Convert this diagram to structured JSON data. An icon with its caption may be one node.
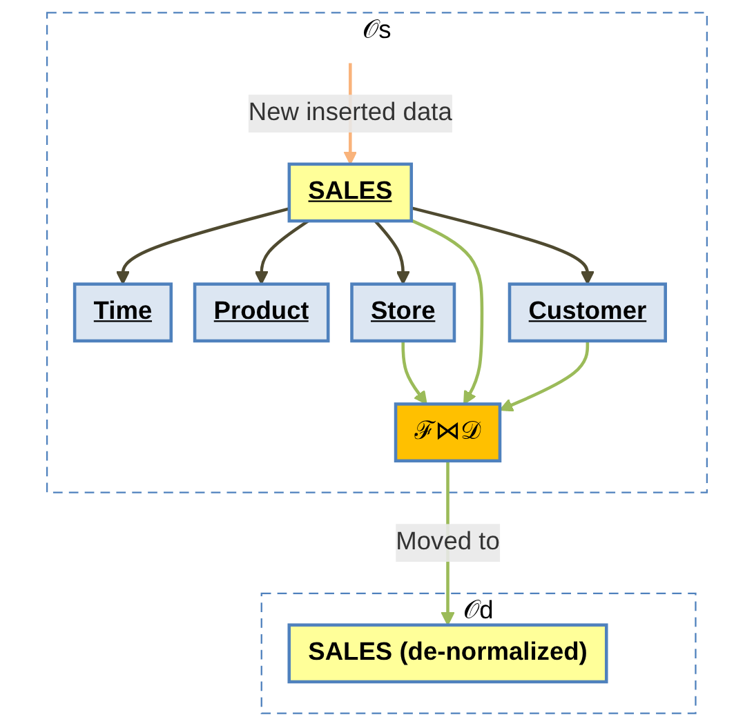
{
  "diagram": {
    "nodes": [
      {
        "text": [
          "𝒪s"
        ]
      },
      {
        "text": [
          "Time"
        ],
        "in": 0
      },
      {
        "text": [
          "SALES"
        ],
        "in": 0
      },
      {
        "text": [
          "Product"
        ],
        "in": 0
      },
      {
        "text": [
          "Store"
        ],
        "in": 0
      },
      {
        "text": [
          "Customer"
        ],
        "in": 0
      },
      {
        "text": [
          "ℱ⋈𝒟"
        ],
        "in": 0
      },
      {
        "text": [
          "𝒪d"
        ]
      },
      {
        "text": [
          "SALES (de-normalized)"
        ],
        "in": 7
      }
    ],
    "edges": [
      {
        "from": null,
        "to": 2,
        "arrow": "to",
        "label": "New inserted data",
        "color": "#f9b37b"
      },
      {
        "from": 2,
        "to": 1,
        "arrow": "to",
        "color": "#4f4a30"
      },
      {
        "from": 2,
        "to": 4,
        "arrow": "to",
        "color": "#4f4a30"
      },
      {
        "from": 2,
        "to": 3,
        "arrow": "to",
        "color": "#4f4a30"
      },
      {
        "from": 2,
        "to": 5,
        "arrow": "to",
        "color": "#4f4a30"
      },
      {
        "from": 4,
        "to": 6,
        "arrow": "to",
        "color": "#9bbb59"
      },
      {
        "from": 2,
        "to": 6,
        "arrow": "to",
        "color": "#9bbb59"
      },
      {
        "from": 5,
        "to": 6,
        "arrow": "to",
        "color": "#9bbb59"
      },
      {
        "from": 6,
        "to": 8,
        "arrow": "to",
        "label": "Moved to",
        "color": "#9bbb59"
      }
    ]
  }
}
